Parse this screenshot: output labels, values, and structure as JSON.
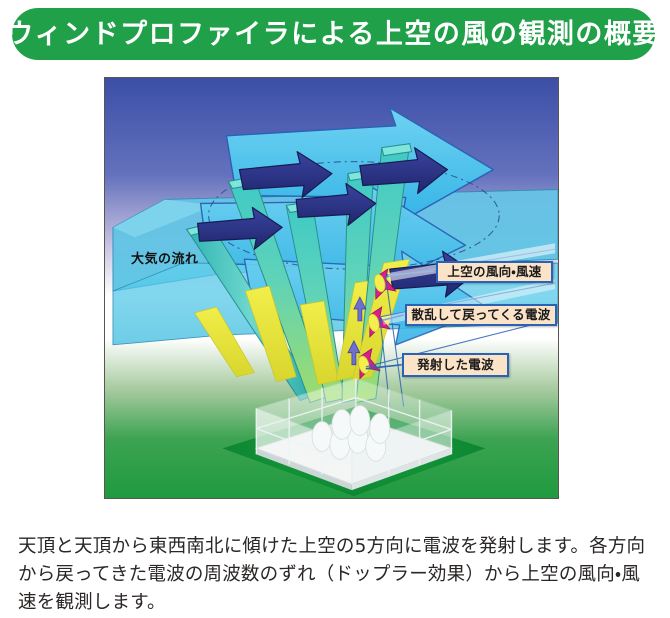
{
  "header": {
    "title": "ウィンドプロファイラによる上空の風の観測の概要",
    "pill_color": "#21a04a",
    "text_color": "#ffffff"
  },
  "figure": {
    "name": "wind-profiler-diagram",
    "border_color": "#5b5550",
    "background_gradient": {
      "sky_top": "#3b4fa6",
      "sky_mid": "#c9c3e2",
      "horizon": "#ffffff",
      "ground_top": "#8fbf8a",
      "ground_bottom": "#1f9a3f"
    },
    "elements": {
      "beam_color_top": "#4cc8c0",
      "beam_color_core": "#e2e33a",
      "beam_arrow_color": "#2b3384",
      "wind_arrow_color": "#4fc3ee",
      "wind_arrow_edge": "#2a62b5",
      "scatter_arrow_color": "#d81f8c",
      "leader_line_color": "#2a62b5",
      "ground_pad_color": "#0e8a33",
      "antenna_color": "#f2f4f4"
    },
    "inline_label": "大気の流れ",
    "callouts": [
      {
        "id": "callout-wind",
        "label": "上空の風向・風速"
      },
      {
        "id": "callout-scatter",
        "label": "散乱して戻ってくる電波"
      },
      {
        "id": "callout-emit",
        "label": "発射した電波"
      }
    ],
    "callout_style": {
      "fill": "#fbe3c8",
      "border": "#2a62b5"
    }
  },
  "body": {
    "paragraph": "天頂と天頂から東西南北に傾けた上空の5方向に電波を発射します。各方向から戻ってきた電波の周波数のずれ（ドップラー効果）から上空の風向・風速を観測します。"
  }
}
